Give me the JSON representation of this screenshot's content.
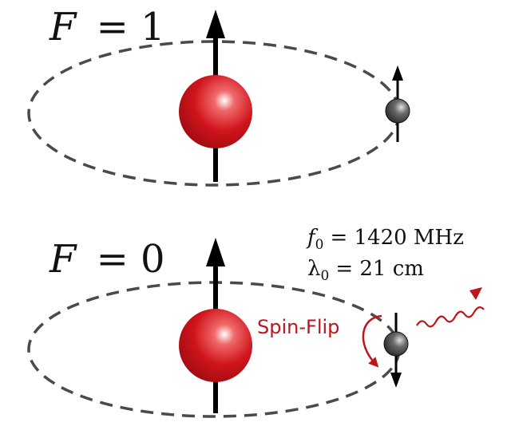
{
  "top_state": {
    "label_var": "F",
    "label_eq": "= 1"
  },
  "bottom_state": {
    "label_var": "F",
    "label_eq": "= 0",
    "frequency_var": "f",
    "frequency_sub": "0",
    "frequency_rest": "= 1420 MHz",
    "wavelength_var": "λ",
    "wavelength_sub": "0",
    "wavelength_rest": "= 21 cm",
    "transition_label": "Spin-Flip"
  },
  "colors": {
    "proton": "#d0141c",
    "electron": "#3a3a3a",
    "orbit": "#4a4a4a",
    "arrow": "#000000",
    "spinflip": "#c0141c"
  }
}
